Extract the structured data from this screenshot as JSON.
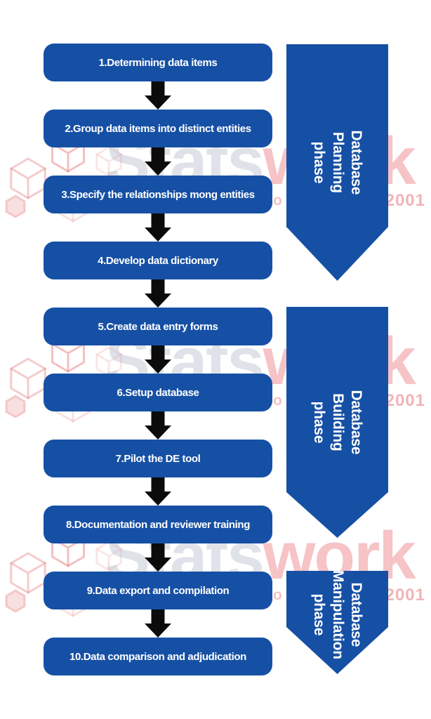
{
  "flow": {
    "steps": [
      "1.Determining data items",
      "2.Group data items into distinct entities",
      "3.Specify the relationships mong entities",
      "4.Develop data dictionary",
      "5.Create data entry forms",
      "6.Setup database",
      "7.Pilot the DE tool",
      "8.Documentation and reviewer training",
      "9.Data export and compilation",
      "10.Data comparison and adjudication"
    ]
  },
  "phases": [
    {
      "label_lines": [
        "Database",
        "Planning phase"
      ]
    },
    {
      "label_lines": [
        "Database Building phase"
      ]
    },
    {
      "label_lines": [
        "Database",
        "Manipulation",
        "phase"
      ]
    }
  ],
  "watermark": {
    "brand_first": "Stats",
    "brand_second": "work",
    "year": "2001",
    "fragment": "o"
  },
  "colors": {
    "primary_blue": "#1650a5",
    "arrow_black": "#0b0b0b",
    "watermark_pink": "#e86a70",
    "watermark_gray": "#adb2c6"
  }
}
